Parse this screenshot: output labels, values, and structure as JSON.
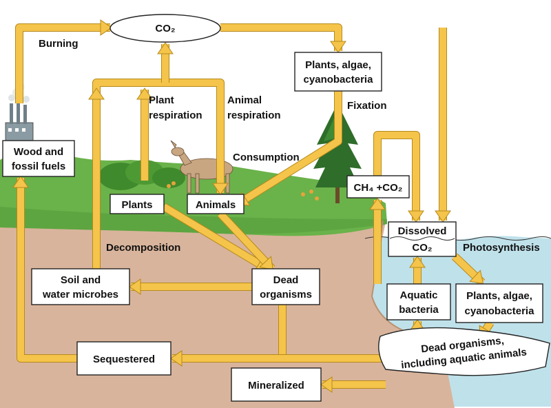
{
  "colors": {
    "background": "#ffffff",
    "arrow": "#f5c44a",
    "arrow_outline": "#b58a1c",
    "soil": "#d9b49c",
    "grass": "#6ab24a",
    "water": "#bfe1ea",
    "box_fill": "#ffffff",
    "box_border": "#222222"
  },
  "nodes": {
    "co2_atmosphere": "CO₂",
    "plants_algae_top_line1": "Plants, algae,",
    "plants_algae_top_line2": "cyanobacteria",
    "wood_line1": "Wood and",
    "wood_line2": "fossil fuels",
    "plants": "Plants",
    "animals": "Animals",
    "ch4_co2": "CH₄ +CO₂",
    "dissolved_line1": "Dissolved",
    "dissolved_line2": "CO₂",
    "soil_line1": "Soil and",
    "soil_line2": "water microbes",
    "dead_line1": "Dead",
    "dead_line2": "organisms",
    "aquatic_line1": "Aquatic",
    "aquatic_line2": "bacteria",
    "plants_algae_water_line1": "Plants, algae,",
    "plants_algae_water_line2": "cyanobacteria",
    "sequestered": "Sequestered",
    "mineralized": "Mineralized",
    "dead_aquatic_line1": "Dead organisms,",
    "dead_aquatic_line2": "including aquatic animals"
  },
  "process_labels": {
    "burning": "Burning",
    "plant_resp_line1": "Plant",
    "plant_resp_line2": "respiration",
    "animal_resp_line1": "Animal",
    "animal_resp_line2": "respiration",
    "fixation": "Fixation",
    "consumption": "Consumption",
    "decomposition": "Decomposition",
    "photosynthesis": "Photosynthesis"
  },
  "scene_icons": [
    "factory-icon",
    "deer-icon",
    "tree-icon",
    "flower-icon"
  ]
}
